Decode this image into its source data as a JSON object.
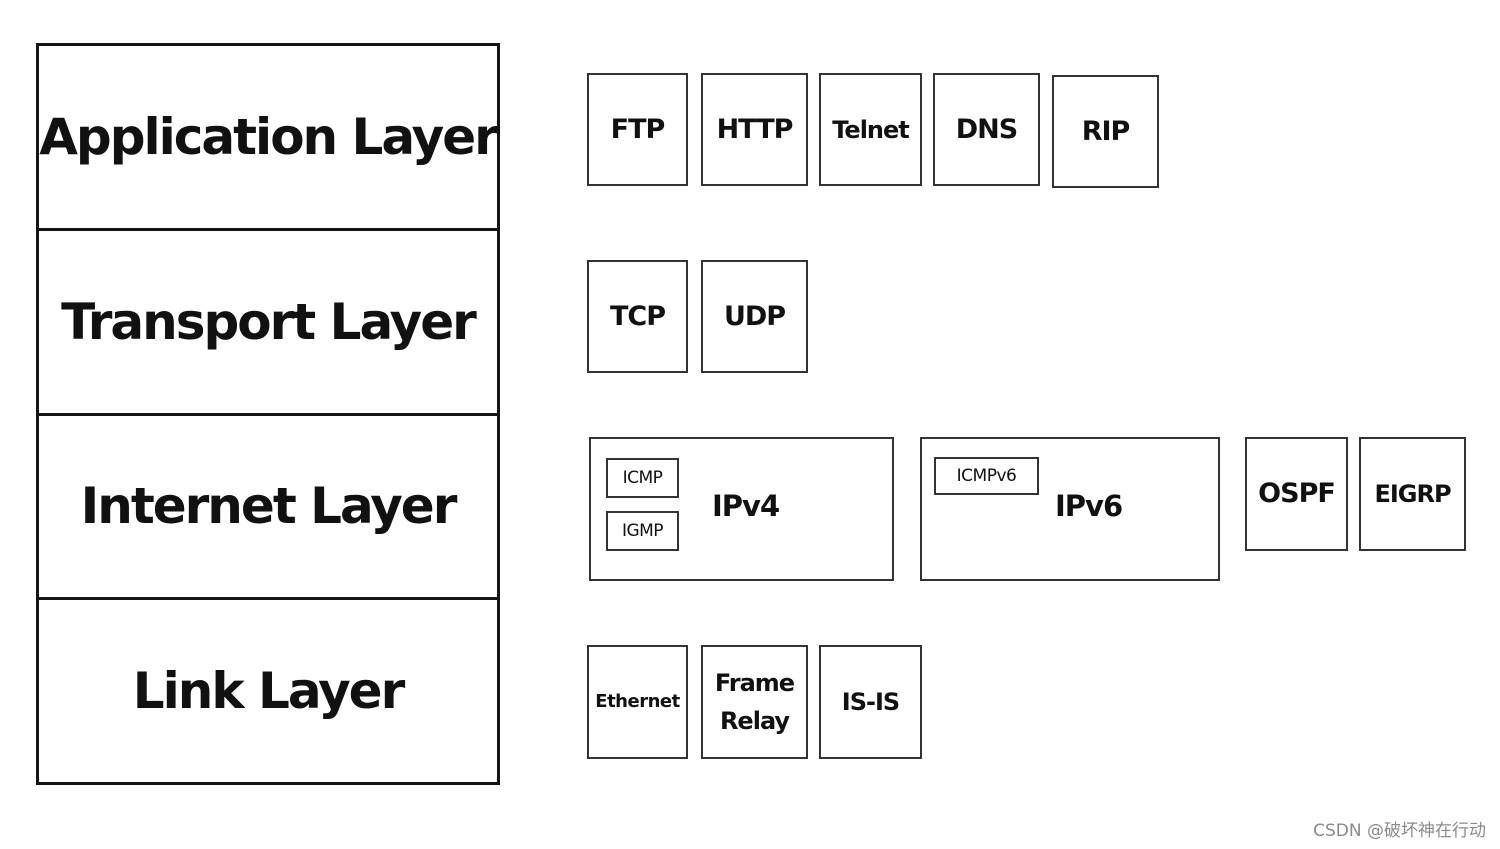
{
  "layers": [
    "Application Layer",
    "Transport Layer",
    "Internet Layer",
    "Link Layer"
  ],
  "application": {
    "ftp": "FTP",
    "http": "HTTP",
    "telnet": "Telnet",
    "dns": "DNS",
    "rip": "RIP"
  },
  "transport": {
    "tcp": "TCP",
    "udp": "UDP"
  },
  "internet": {
    "ipv4": "IPv4",
    "icmp": "ICMP",
    "igmp": "IGMP",
    "ipv6": "IPv6",
    "icmpv6": "ICMPv6",
    "ospf": "OSPF",
    "eigrp": "EIGRP"
  },
  "link": {
    "ethernet": "Ethernet",
    "frame_relay": "Frame\nRelay",
    "isis": "IS-IS"
  },
  "watermark": "CSDN @破坏神在行动"
}
